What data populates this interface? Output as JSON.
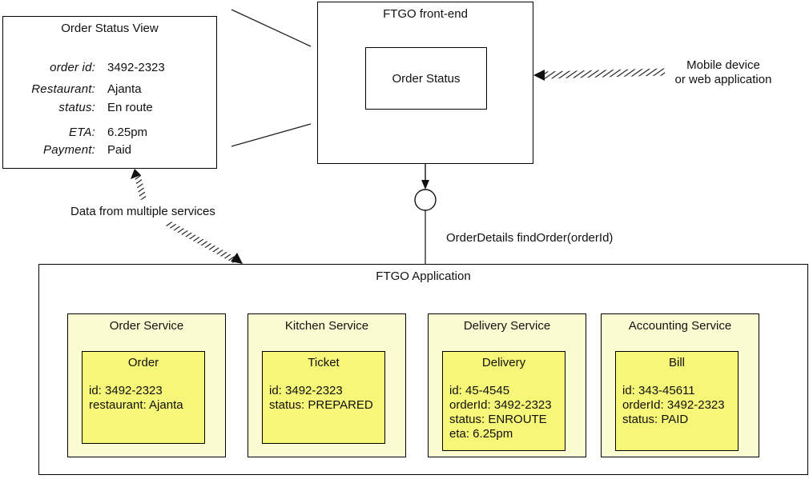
{
  "view": {
    "title": "Order Status View",
    "fields": [
      {
        "label": "order id:",
        "value": "3492-2323"
      },
      {
        "label": "Restaurant:",
        "value": "Ajanta"
      },
      {
        "label": "status:",
        "value": "En route"
      },
      {
        "label": "ETA:",
        "value": "6.25pm"
      },
      {
        "label": "Payment:",
        "value": "Paid"
      }
    ]
  },
  "front_end": {
    "title": "FTGO front-end",
    "component_label": "Order Status"
  },
  "notes": {
    "device_line1": "Mobile device",
    "device_line2": "or web application",
    "data_source": "Data from multiple services",
    "api": "OrderDetails findOrder(orderId)"
  },
  "application": {
    "title": "FTGO Application",
    "services": [
      {
        "name": "Order Service",
        "entity": {
          "title": "Order",
          "lines": [
            "id: 3492-2323",
            "restaurant: Ajanta"
          ]
        }
      },
      {
        "name": "Kitchen Service",
        "entity": {
          "title": "Ticket",
          "lines": [
            "id: 3492-2323",
            "status: PREPARED"
          ]
        }
      },
      {
        "name": "Delivery Service",
        "entity": {
          "title": "Delivery",
          "lines": [
            "id: 45-4545",
            "orderId: 3492-2323",
            "status: ENROUTE",
            "eta: 6.25pm"
          ]
        }
      },
      {
        "name": "Accounting Service",
        "entity": {
          "title": "Bill",
          "lines": [
            "id: 343-45611",
            "orderId: 3492-2323",
            "status: PAID"
          ]
        }
      }
    ]
  },
  "colors": {
    "service_bg": "#fcfcd2",
    "entity_bg": "#f6f678",
    "stroke": "#000000",
    "background": "#ffffff"
  }
}
